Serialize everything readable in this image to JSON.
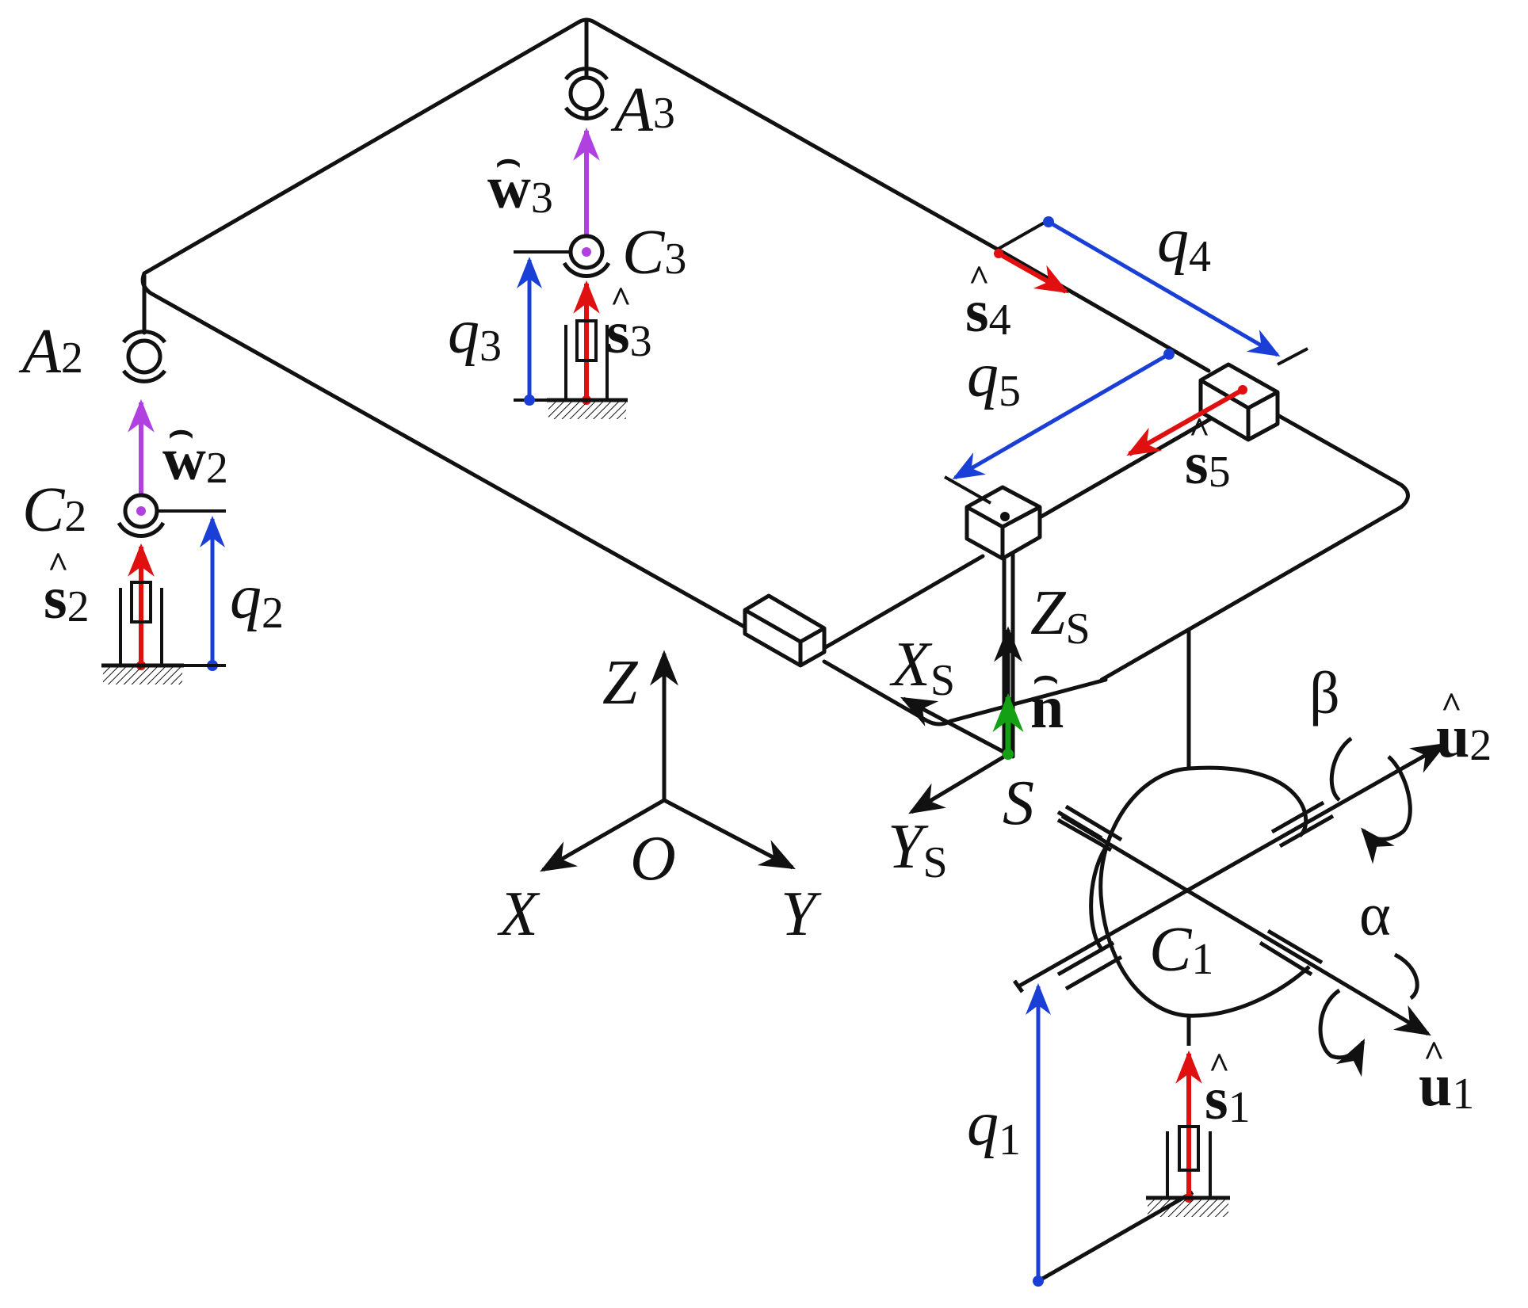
{
  "labels": {
    "A2": {
      "main": "A",
      "sub": "2"
    },
    "A3": {
      "main": "A",
      "sub": "3"
    },
    "C1": {
      "main": "C",
      "sub": "1"
    },
    "C2": {
      "main": "C",
      "sub": "2"
    },
    "C3": {
      "main": "C",
      "sub": "3"
    },
    "q1": {
      "main": "q",
      "sub": "1"
    },
    "q2": {
      "main": "q",
      "sub": "2"
    },
    "q3": {
      "main": "q",
      "sub": "3"
    },
    "q4": {
      "main": "q",
      "sub": "4"
    },
    "q5": {
      "main": "q",
      "sub": "5"
    },
    "s1": {
      "main": "s",
      "sub": "1"
    },
    "s2": {
      "main": "s",
      "sub": "2"
    },
    "s3": {
      "main": "s",
      "sub": "3"
    },
    "s4": {
      "main": "s",
      "sub": "4"
    },
    "s5": {
      "main": "s",
      "sub": "5"
    },
    "w2": {
      "main": "w",
      "sub": "2"
    },
    "w3": {
      "main": "w",
      "sub": "3"
    },
    "u1": {
      "main": "u",
      "sub": "1"
    },
    "u2": {
      "main": "u",
      "sub": "2"
    },
    "n": {
      "main": "n"
    },
    "alpha": "α",
    "beta": "β",
    "Z": "Z",
    "X": "X",
    "Y": "Y",
    "O": "O",
    "S": "S",
    "ZS": {
      "main": "Z",
      "sub": "S"
    },
    "XS": {
      "main": "X",
      "sub": "S"
    },
    "YS": {
      "main": "Y",
      "sub": "S"
    }
  },
  "colors": {
    "frame": "#111111",
    "prismatic_axis": "#e01010",
    "dimension": "#1a3fd6",
    "w_vector": "#b040e0",
    "normal": "#14a014"
  }
}
